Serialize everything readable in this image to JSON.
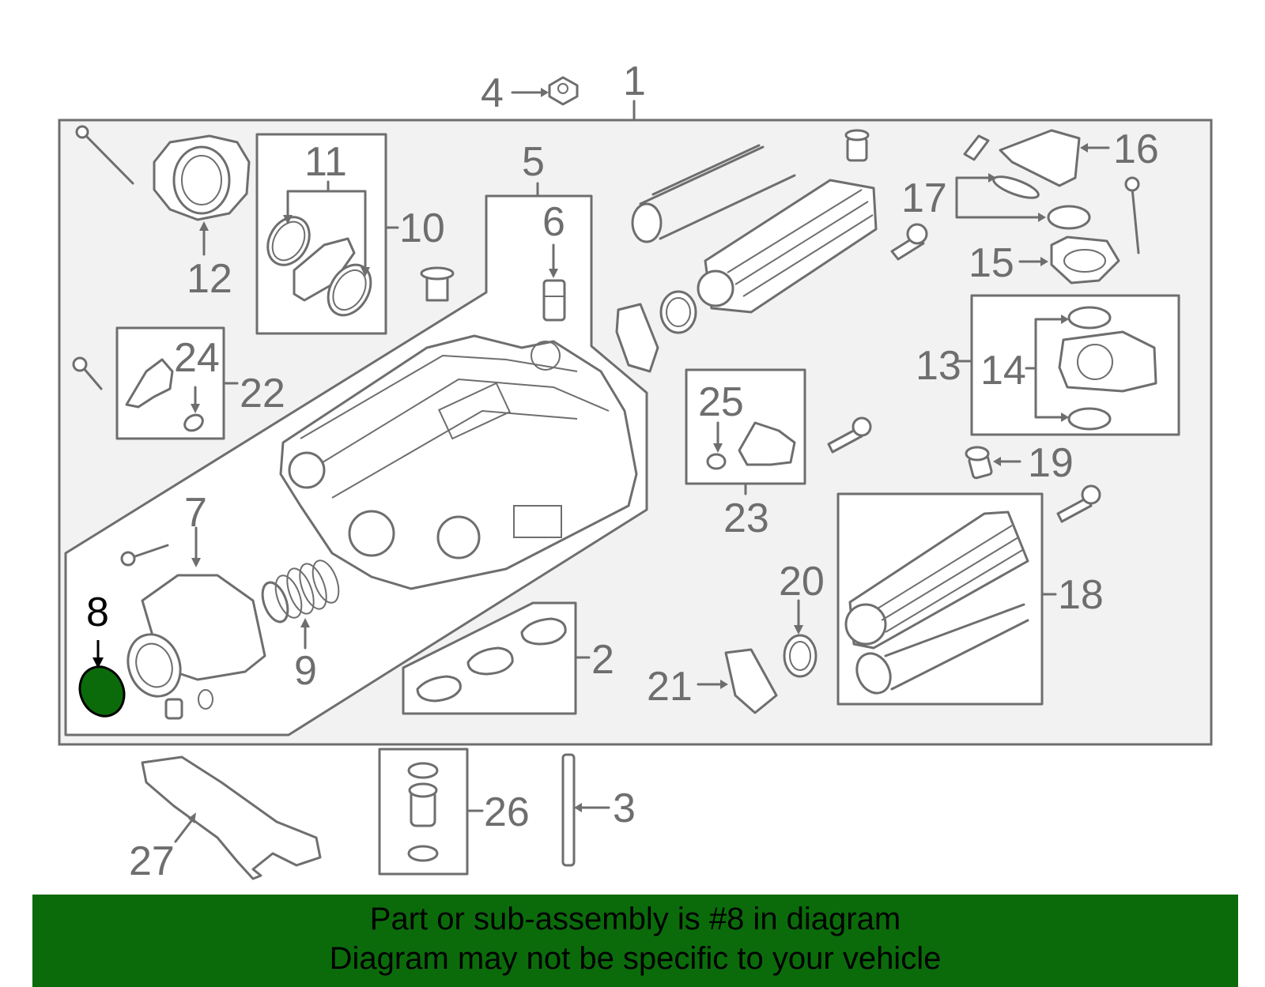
{
  "diagram": {
    "callouts": [
      {
        "n": "1"
      },
      {
        "n": "2"
      },
      {
        "n": "3"
      },
      {
        "n": "4"
      },
      {
        "n": "5"
      },
      {
        "n": "6"
      },
      {
        "n": "7"
      },
      {
        "n": "8"
      },
      {
        "n": "9"
      },
      {
        "n": "10"
      },
      {
        "n": "11"
      },
      {
        "n": "12"
      },
      {
        "n": "13"
      },
      {
        "n": "14"
      },
      {
        "n": "15"
      },
      {
        "n": "16"
      },
      {
        "n": "17"
      },
      {
        "n": "18"
      },
      {
        "n": "19"
      },
      {
        "n": "20"
      },
      {
        "n": "21"
      },
      {
        "n": "22"
      },
      {
        "n": "23"
      },
      {
        "n": "24"
      },
      {
        "n": "25"
      },
      {
        "n": "26"
      },
      {
        "n": "27"
      }
    ],
    "highlighted_part": "8",
    "colors": {
      "line": "#6e6e6e",
      "panel": "#f2f2f2",
      "highlight": "#0b6b0b",
      "banner": "#0b6b0b"
    }
  },
  "banner": {
    "line1": "Part or sub-assembly is #8 in diagram",
    "line2": "Diagram may not be specific to your vehicle"
  }
}
